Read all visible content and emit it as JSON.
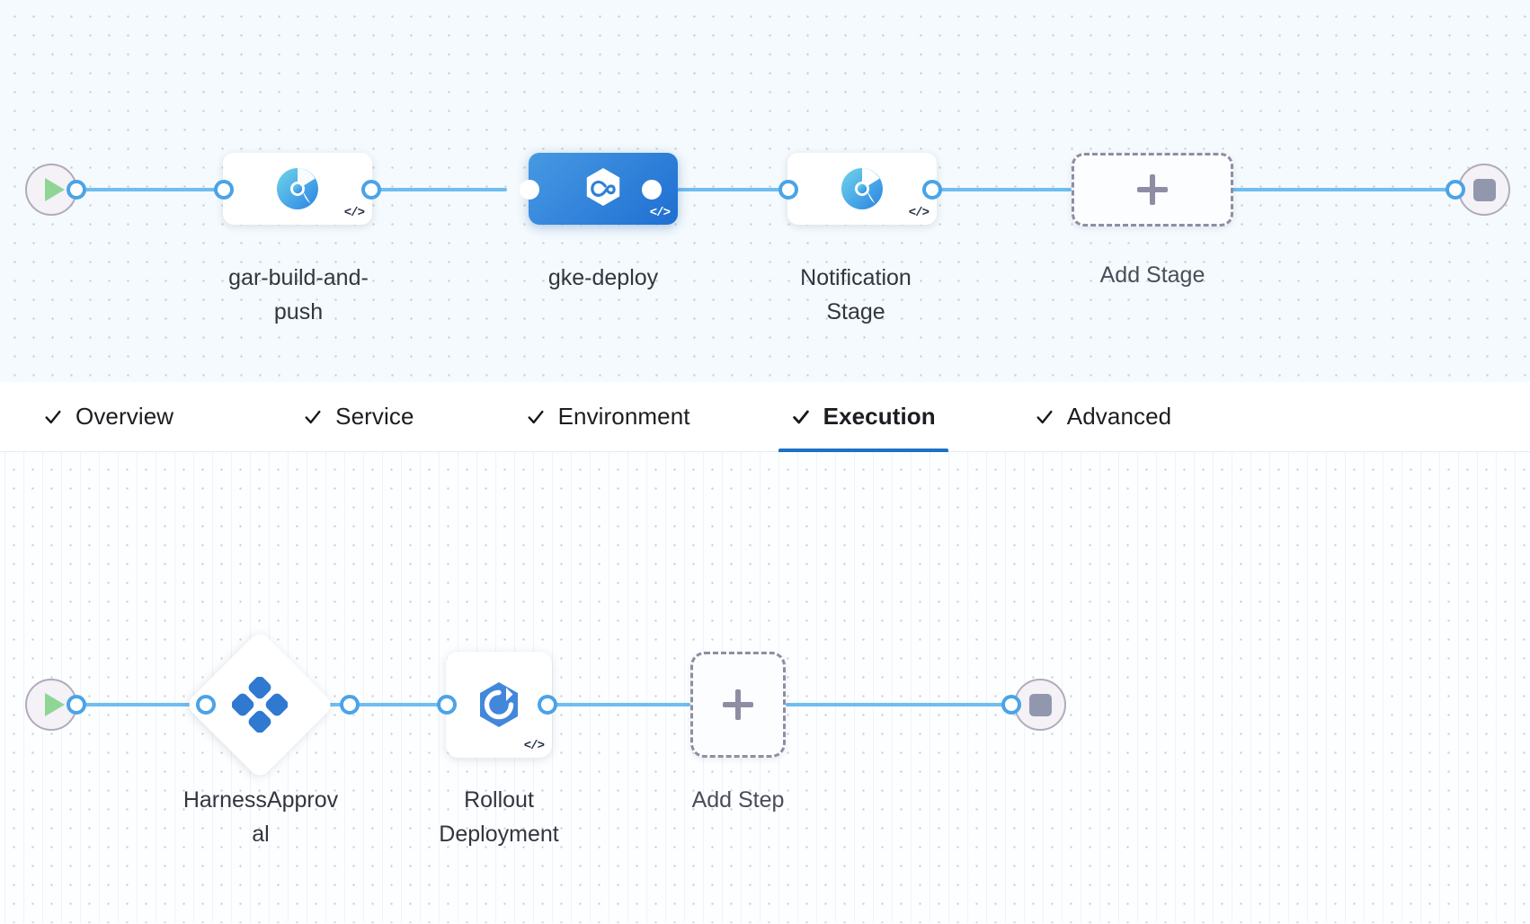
{
  "pipeline": {
    "stage_row": {
      "start_node": {
        "name": "start-node",
        "icon": "play-icon"
      },
      "stop_node": {
        "name": "stop-node",
        "icon": "stop-square-icon"
      },
      "stages": [
        {
          "id": "gar-build-and-push",
          "label": "gar-build-and-\npush",
          "icon": "harness-cd-donut-icon",
          "code_badge": "</>",
          "selected": false
        },
        {
          "id": "gke-deploy",
          "label": "gke-deploy",
          "icon": "harness-infinity-hex-icon",
          "code_badge": "</>",
          "selected": true
        },
        {
          "id": "notification-stage",
          "label": "Notification\nStage",
          "icon": "harness-cd-donut-icon",
          "code_badge": "</>",
          "selected": false
        }
      ],
      "add_stage": {
        "label": "Add Stage",
        "icon": "plus-icon"
      }
    },
    "tabs": [
      {
        "id": "overview",
        "label": "Overview",
        "icon": "check-icon",
        "active": false
      },
      {
        "id": "service",
        "label": "Service",
        "icon": "check-icon",
        "active": false
      },
      {
        "id": "environment",
        "label": "Environment",
        "icon": "check-icon",
        "active": false
      },
      {
        "id": "execution",
        "label": "Execution",
        "icon": "check-icon",
        "active": true
      },
      {
        "id": "advanced",
        "label": "Advanced",
        "icon": "check-icon",
        "active": false
      }
    ],
    "step_row": {
      "start_node": {
        "name": "start-node",
        "icon": "play-icon"
      },
      "stop_node": {
        "name": "stop-node",
        "icon": "stop-square-icon"
      },
      "steps": [
        {
          "id": "harness-approval",
          "label": "HarnessApprov\nal",
          "shape": "diamond",
          "icon": "harness-approval-quad-diamond-icon",
          "code_badge": ""
        },
        {
          "id": "rollout-deployment",
          "label": "Rollout\nDeployment",
          "shape": "square",
          "icon": "kubernetes-rollout-hex-icon",
          "code_badge": "</>"
        }
      ],
      "add_step": {
        "label": "Add Step",
        "icon": "plus-icon"
      }
    }
  },
  "colors": {
    "accent_blue": "#4aa3e8",
    "connector_blue": "#6fbef0",
    "selected_stage_blue": "#2b79d8",
    "active_tab_underline": "#1d71c7",
    "stage_canvas_bg": "#f4fafd",
    "step_canvas_bg": "#fdfeff",
    "start_play_green": "#8fd694",
    "stop_square_gray": "#9198ae",
    "dashed_border_gray": "#8d8ea3",
    "caption_text": "#33353f"
  }
}
